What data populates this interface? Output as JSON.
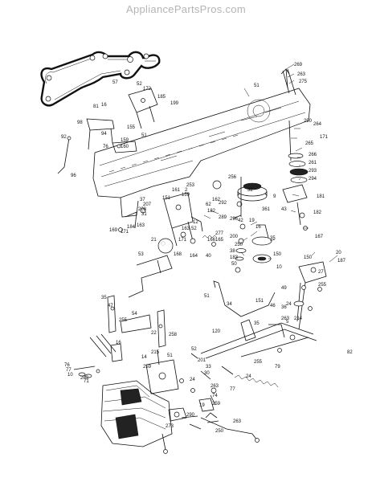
{
  "watermark": "AppliancePartsPros.com",
  "diagram": {
    "callouts": [
      "269",
      "263",
      "275",
      "51",
      "171",
      "264",
      "57",
      "52",
      "172",
      "185",
      "199",
      "290",
      "265",
      "266",
      "261",
      "293",
      "294",
      "81",
      "16",
      "98",
      "155",
      "51",
      "92",
      "94",
      "76",
      "159",
      "160",
      "96",
      "62",
      "292",
      "256",
      "2",
      "253",
      "181",
      "32",
      "9",
      "361",
      "161",
      "159",
      "151",
      "208",
      "207",
      "182",
      "43",
      "162",
      "182",
      "289",
      "19",
      "16",
      "37",
      "31",
      "167",
      "171",
      "169",
      "163",
      "184",
      "12",
      "21",
      "171",
      "163",
      "52",
      "168",
      "166",
      "277",
      "296",
      "42",
      "200",
      "250",
      "35",
      "165",
      "164",
      "40",
      "38",
      "183",
      "50",
      "150",
      "20",
      "187",
      "150",
      "10",
      "53",
      "82",
      "51",
      "27",
      "49",
      "36",
      "34",
      "151",
      "255",
      "35",
      "47",
      "46",
      "24",
      "214",
      "54",
      "51",
      "5",
      "35",
      "255",
      "22",
      "258",
      "120",
      "52",
      "263",
      "14",
      "259",
      "30",
      "16",
      "215",
      "255",
      "33",
      "24",
      "79",
      "76",
      "77",
      "10",
      "263",
      "273",
      "201",
      "24",
      "19",
      "259",
      "263",
      "74",
      "77",
      "71",
      "290",
      "250",
      "263"
    ]
  }
}
